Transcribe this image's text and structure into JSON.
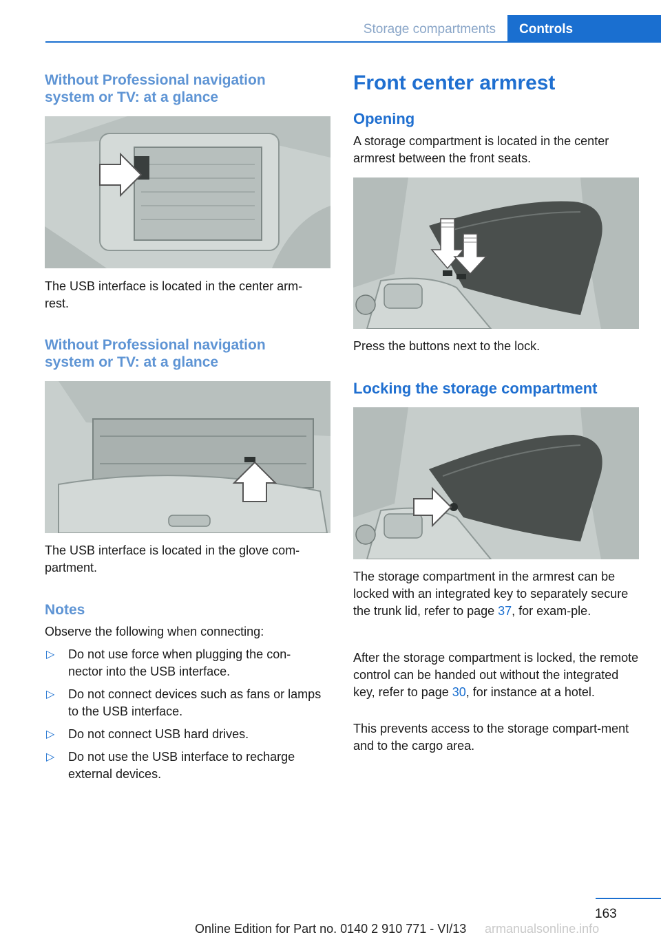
{
  "header": {
    "section": "Storage compartments",
    "tab": "Controls"
  },
  "left": {
    "heading1": "Without Professional navigation system or TV: at a glance",
    "caption1": "The USB interface is located in the center arm-rest.",
    "heading2": "Without Professional navigation system or TV: at a glance",
    "caption2": "The USB interface is located in the glove com-partment.",
    "notes_heading": "Notes",
    "notes_intro": "Observe the following when connecting:",
    "bullets": [
      "Do not use force when plugging the con-nector into the USB interface.",
      "Do not connect devices such as fans or lamps to the USB interface.",
      "Do not connect USB hard drives.",
      "Do not use the USB interface to recharge external devices."
    ],
    "bullet_icon": "triangle-right-icon"
  },
  "right": {
    "title": "Front center armrest",
    "opening_heading": "Opening",
    "opening_text": "A storage compartment is located in the center armrest between the front seats.",
    "caption_buttons": "Press the buttons next to the lock.",
    "locking_heading": "Locking the storage compartment",
    "para1_a": "The storage compartment in the armrest can be locked with an integrated key to separately secure the trunk lid, refer to page ",
    "para1_link": "37",
    "para1_b": ", for exam-ple.",
    "para2_a": "After the storage compartment is locked, the remote control can be handed out without the integrated key, refer to page ",
    "para2_link": "30",
    "para2_b": ", for instance at a hotel.",
    "para3": "This prevents access to the storage compart-ment and to the cargo area."
  },
  "footer": {
    "page_number": "163",
    "edition": "Online Edition for Part no. 0140 2 910 771 - VI/13",
    "watermark": "armanualsonline.info"
  },
  "colors": {
    "accent": "#1a6fd0",
    "subheading": "#5e94d4"
  }
}
